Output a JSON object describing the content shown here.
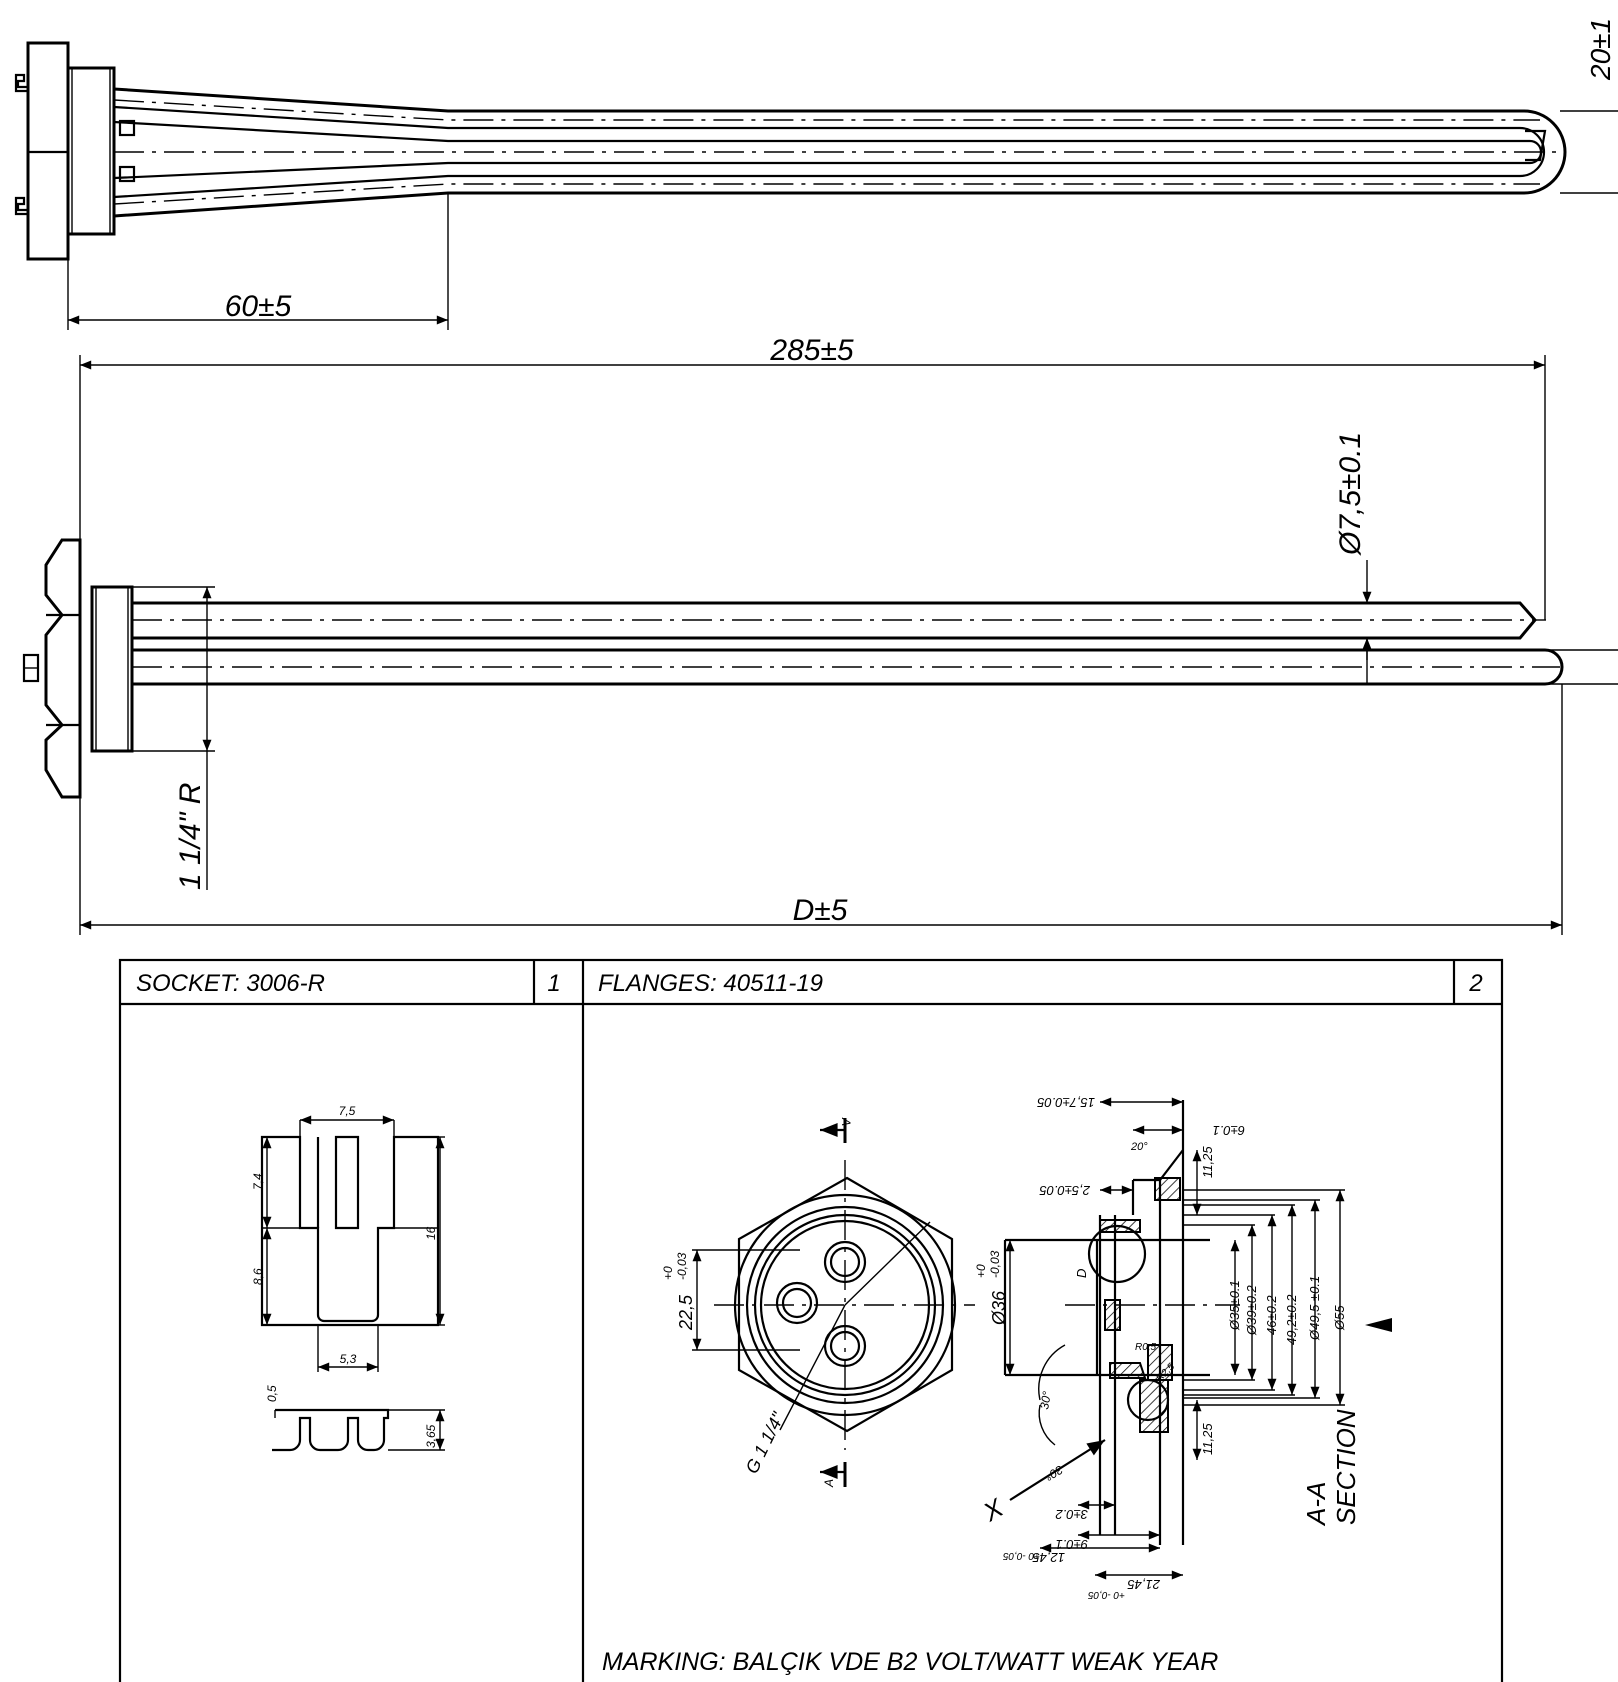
{
  "dimensions": {
    "flange_to_bend": "60±5",
    "tube_length": "285±5",
    "tube_diameter": "Ø7,5±0.1",
    "thread": "1 1/4\" R",
    "overall_length": "D±5",
    "spacing_partial": "20±1"
  },
  "table": {
    "socket_title": "SOCKET: 3006-R",
    "socket_no": "1",
    "flanges_title": "FLANGES: 40511-19",
    "flanges_no": "2",
    "marking": "MARKING: BALÇIK VDE B2  VOLT/WATT WEAK  YEAR"
  },
  "socket_detail": {
    "width_top": "7,5",
    "height_top": "7,4",
    "height_bottom": "8,6",
    "height_total": "16",
    "width_bottom": "5,3",
    "thickness": "0,5",
    "depth": "3,65"
  },
  "flange_detail": {
    "bore": "22,5",
    "bore_tol_upper": "+0",
    "bore_tol_lower": "-0,03",
    "outer": "Ø36",
    "outer_tol_upper": "+0",
    "outer_tol_lower": "-0,03",
    "thread": "G 1 1/4\"",
    "section_mark": "A",
    "label_d": "D",
    "label_x": "X",
    "angle_30": "30°",
    "angle_20": "20°",
    "r05": "R0,5",
    "r25": "R2,5",
    "dim_157": "15,7±0.05",
    "dim_6": "6±0.1",
    "dim_25": "2,5±0.05",
    "dim_1125_top": "11,25",
    "dim_1125_bot": "11,25",
    "dim_35": "Ø35±0.1",
    "dim_39": "Ø39±0.2",
    "dim_46": "46±0.2",
    "dim_492": "49,2±0.2",
    "dim_495": "Ø49,5 ±0.1",
    "dim_55": "Ø55",
    "dim_3": "3±0.2",
    "dim_9": "9±0.1",
    "dim_1245": "12,45",
    "dim_1245_tol": "+0 -0,05",
    "dim_2145": "21,45",
    "dim_2145_tol": "+0 -0,05",
    "section_label_1": "A-A",
    "section_label_2": "SECTION"
  }
}
